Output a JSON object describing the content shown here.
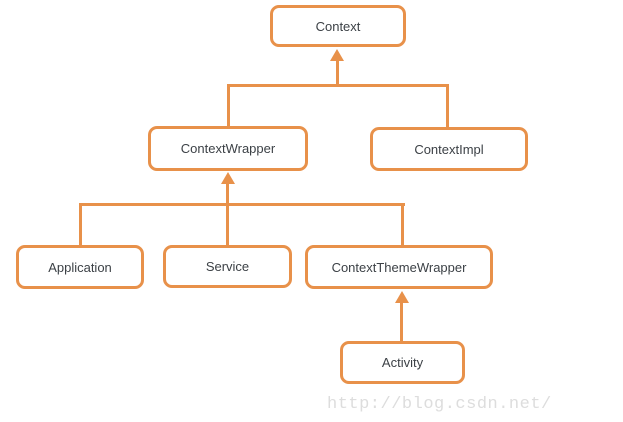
{
  "diagram": {
    "type": "class-hierarchy",
    "nodes": [
      {
        "id": "context",
        "label": "Context"
      },
      {
        "id": "contextwrapper",
        "label": "ContextWrapper"
      },
      {
        "id": "contextimpl",
        "label": "ContextImpl"
      },
      {
        "id": "application",
        "label": "Application"
      },
      {
        "id": "service",
        "label": "Service"
      },
      {
        "id": "contextthemewrapper",
        "label": "ContextThemeWrapper"
      },
      {
        "id": "activity",
        "label": "Activity"
      }
    ],
    "edges": [
      {
        "from": "contextwrapper",
        "to": "context",
        "style": "arrow-up"
      },
      {
        "from": "contextimpl",
        "to": "context",
        "style": "arrow-up"
      },
      {
        "from": "application",
        "to": "contextwrapper",
        "style": "arrow-up"
      },
      {
        "from": "service",
        "to": "contextwrapper",
        "style": "arrow-up"
      },
      {
        "from": "contextthemewrapper",
        "to": "contextwrapper",
        "style": "arrow-up"
      },
      {
        "from": "activity",
        "to": "contextthemewrapper",
        "style": "arrow-up"
      }
    ],
    "colors": {
      "node_border": "#E8914A",
      "connector": "#E8914A",
      "label_text": "#3C4146",
      "background": "#FFFFFF",
      "watermark_text": "#DDDDDD"
    }
  },
  "watermark": {
    "text": "http://blog.csdn.net/"
  }
}
